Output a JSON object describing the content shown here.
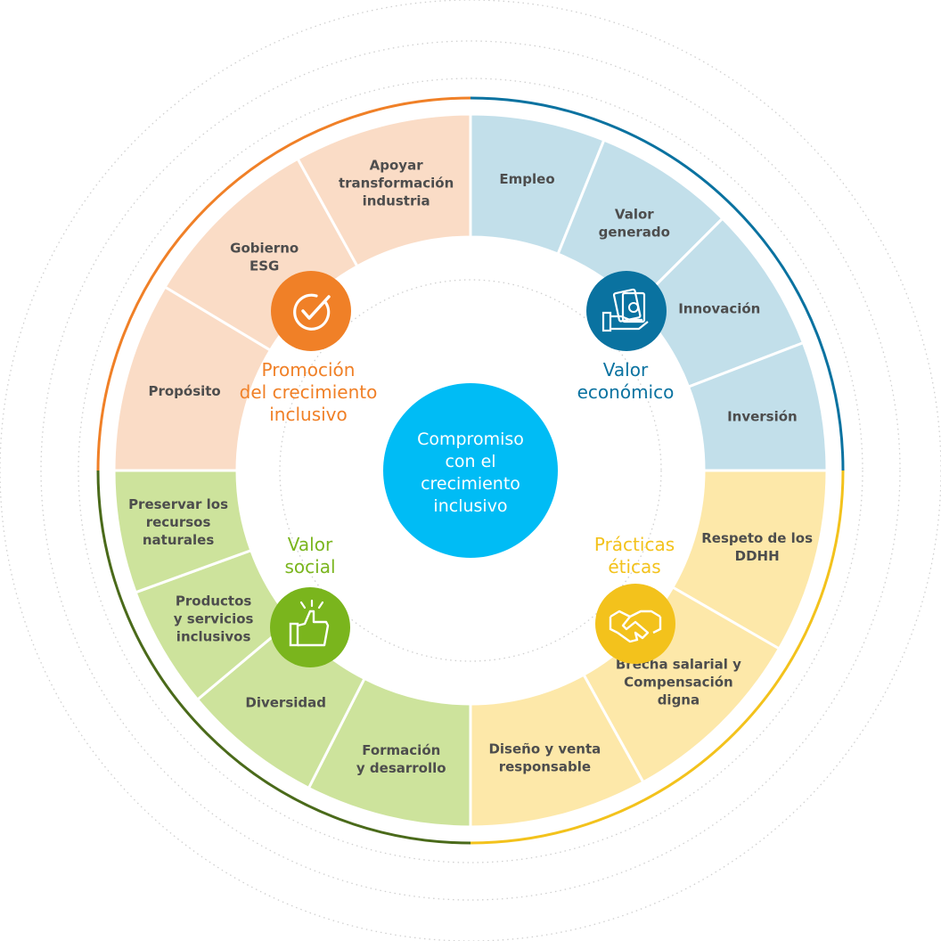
{
  "center": {
    "lines": [
      "Compromiso",
      "con el",
      "crecimiento",
      "inclusivo"
    ],
    "color": "#00bcf5"
  },
  "quadrants": [
    {
      "id": "promocion",
      "title_lines": [
        "Promoción",
        "del crecimiento",
        "inclusivo"
      ],
      "color": "#f08027",
      "fill": "#fadcc6",
      "icon": "checkmark-icon",
      "segments": [
        {
          "lines": [
            "Propósito"
          ]
        },
        {
          "lines": [
            "Gobierno",
            "ESG"
          ]
        },
        {
          "lines": [
            "Apoyar",
            "transformación",
            "industria"
          ]
        }
      ]
    },
    {
      "id": "valor-economico",
      "title_lines": [
        "Valor",
        "económico"
      ],
      "color": "#0a72a0",
      "fill": "#c2dfea",
      "icon": "money-hand-icon",
      "segments": [
        {
          "lines": [
            "Empleo"
          ]
        },
        {
          "lines": [
            "Valor",
            "generado"
          ]
        },
        {
          "lines": [
            "Innovación"
          ]
        },
        {
          "lines": [
            "Inversión"
          ]
        }
      ]
    },
    {
      "id": "practicas-eticas",
      "title_lines": [
        "Prácticas",
        "éticas"
      ],
      "color": "#f3c21c",
      "fill": "#fde8a9",
      "icon": "handshake-icon",
      "segments": [
        {
          "lines": [
            "Respeto de los",
            "DDHH"
          ]
        },
        {
          "lines": [
            "Brecha salarial y",
            "Compensación",
            "digna"
          ]
        },
        {
          "lines": [
            "Diseño y venta",
            "responsable"
          ]
        }
      ]
    },
    {
      "id": "valor-social",
      "title_lines": [
        "Valor",
        "social"
      ],
      "color": "#7ab51d",
      "fill": "#cde39c",
      "icon": "thumbs-up-icon",
      "segments": [
        {
          "lines": [
            "Formación",
            "y desarrollo"
          ]
        },
        {
          "lines": [
            "Diversidad"
          ]
        },
        {
          "lines": [
            "Productos",
            "y servicios",
            "inclusivos"
          ]
        },
        {
          "lines": [
            "Preservar los",
            "recursos",
            "naturales"
          ]
        }
      ]
    }
  ],
  "outer_arc_colors": {
    "promocion": "#f08027",
    "valor-economico": "#0a72a0",
    "practicas-eticas": "#f3c21c",
    "valor-social": "#4a6a1a"
  },
  "segment_text_color": "#4d4d4d"
}
